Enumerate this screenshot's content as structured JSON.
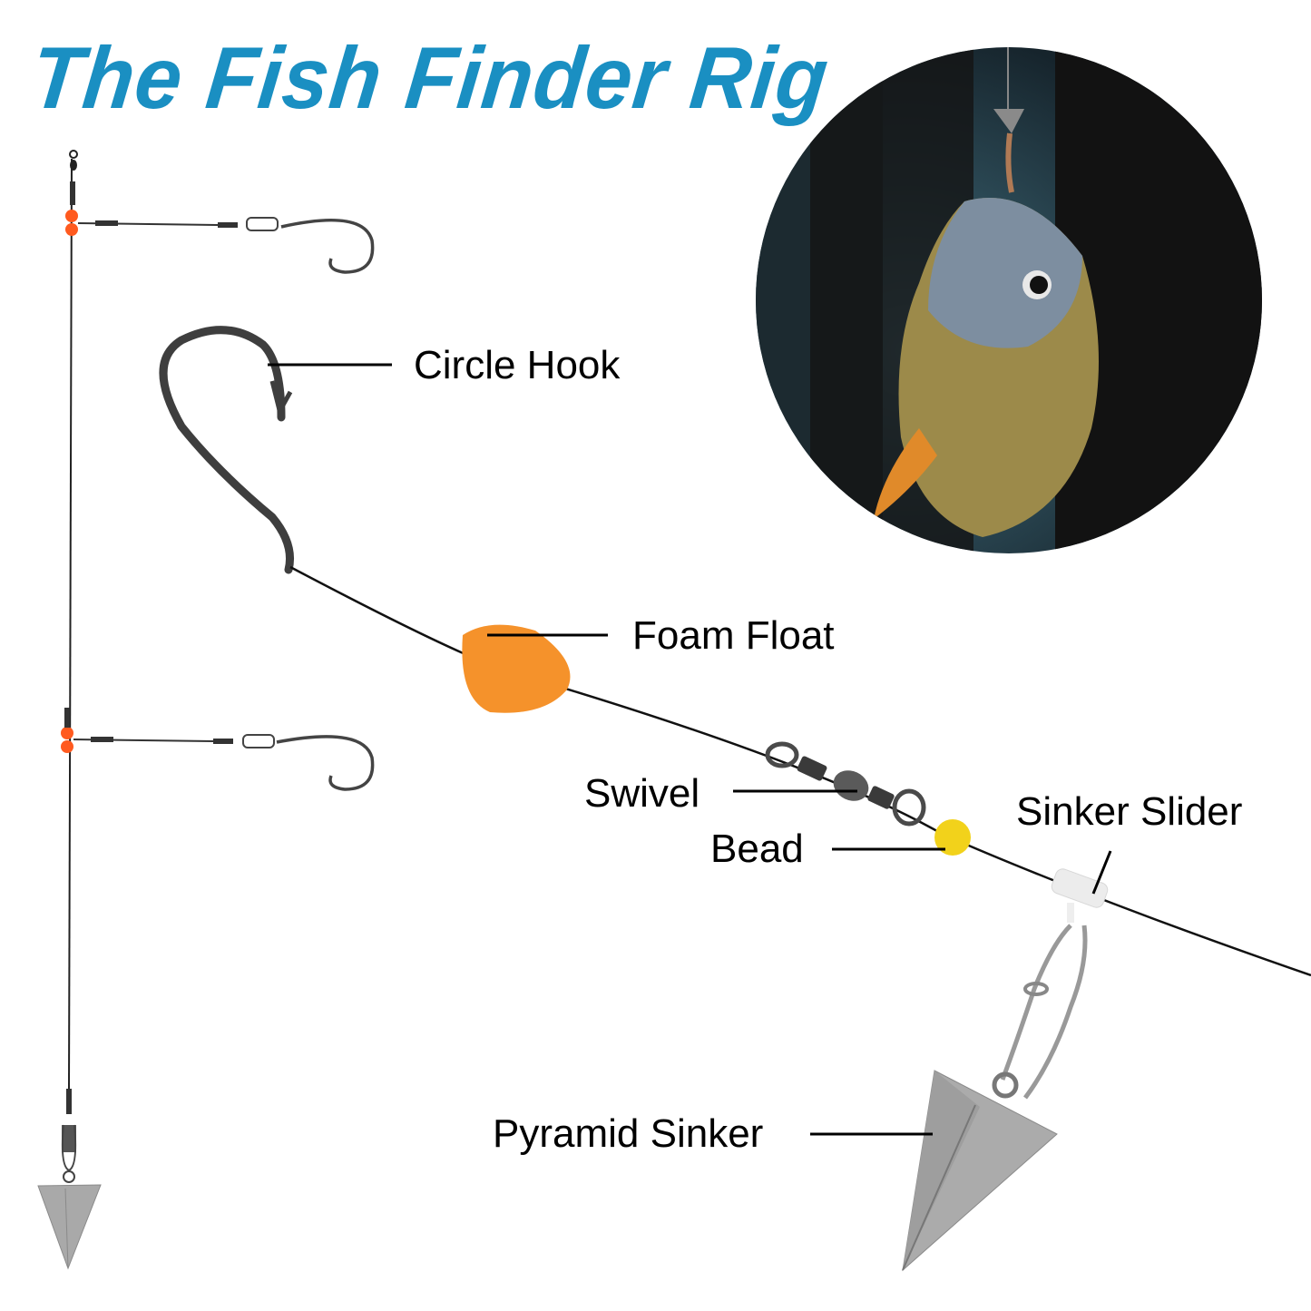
{
  "title": "The Fish Finder Rig",
  "colors": {
    "title": "#1a8fc2",
    "bead_orange": "#ff5a1f",
    "float_orange": "#f5922b",
    "bead_yellow": "#f2d21b",
    "metal": "#5a5a5a",
    "sinker": "#a9a9a9"
  },
  "labels": {
    "circle_hook": "Circle Hook",
    "foam_float": "Foam Float",
    "swivel": "Swivel",
    "bead": "Bead",
    "sinker_slider": "Sinker Slider",
    "pyramid_sinker": "Pyramid Sinker"
  },
  "photo": {
    "description": "fish-hooked-photo"
  },
  "sinker_marks": {
    "small": "1",
    "large": "2"
  }
}
